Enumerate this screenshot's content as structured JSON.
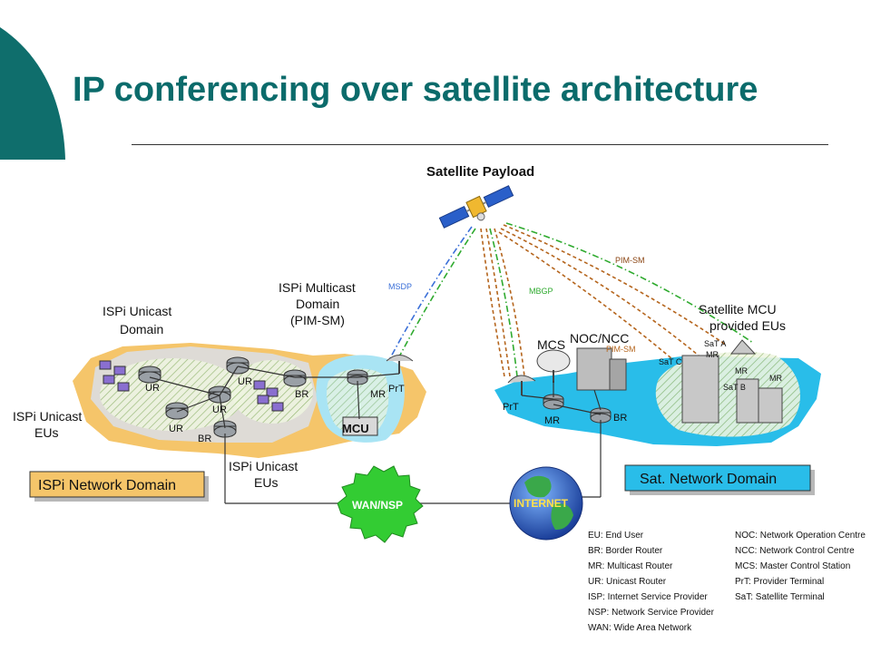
{
  "slide": {
    "title": "IP conferencing over satellite architecture"
  },
  "diagram": {
    "satellite_label": "Satellite Payload",
    "links": {
      "msdp": "MSDP",
      "mbgp": "MBGP",
      "pim_sm_upper": "PIM-SM",
      "pim_sm_noc": "PIM-SM"
    },
    "isp": {
      "unicast_domain": [
        "ISPi Unicast",
        "Domain"
      ],
      "multicast_domain": [
        "ISPi Multicast",
        "Domain",
        "(PIM-SM)"
      ],
      "unicast_eus_left": [
        "ISPi Unicast",
        "EUs"
      ],
      "unicast_eus_bottom": [
        "ISPi Unicast",
        "EUs"
      ],
      "network_domain": "ISPi Network Domain",
      "subscript": "i",
      "ur": "UR",
      "br": "BR",
      "mr": "MR",
      "prt": "PrT",
      "mcu": "MCU"
    },
    "sat": {
      "mcs": "MCS",
      "noc_ncc": "NOC/NCC",
      "satellite_mcu": [
        "Satellite MCU",
        "provided EUs"
      ],
      "network_domain": "Sat. Network Domain",
      "prt": "PrT",
      "mr": "MR",
      "br": "BR",
      "sat_a": "SaT A",
      "sat_b": "SaT B",
      "sat_c": "SaT C"
    },
    "wan": "WAN/NSP",
    "internet": "INTERNET"
  },
  "legend": {
    "left": [
      "EU: End User",
      "BR: Border Router",
      "MR: Multicast Router",
      "UR: Unicast Router",
      "ISP: Internet Service Provider",
      "NSP: Network Service Provider",
      "WAN: Wide Area Network"
    ],
    "right": [
      "NOC: Network Operation Centre",
      "NCC: Network Control Centre",
      "MCS: Master Control Station",
      "PrT: Provider Terminal",
      "SaT: Satellite Terminal"
    ]
  },
  "colors": {
    "title": "#0b6b6b",
    "isp_ground": "#f5c56a",
    "sat_ground": "#29bde9",
    "wan": "#33cc33",
    "msdp_link": "#3a6fd8",
    "mbgp_link": "#2faa2f",
    "pim_link": "#b5651d"
  }
}
